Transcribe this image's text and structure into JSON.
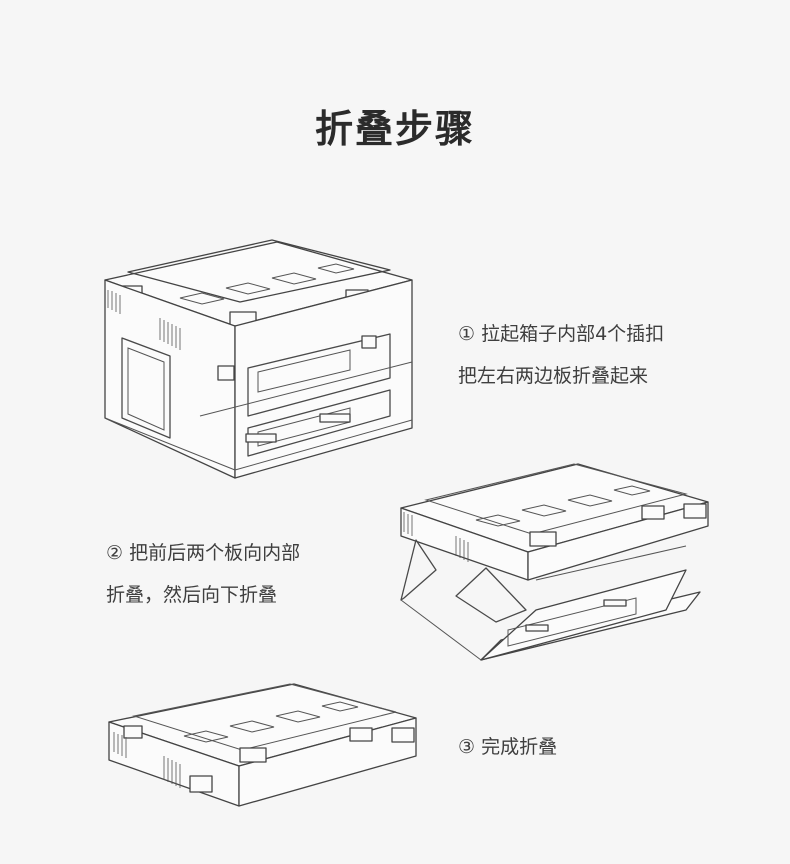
{
  "title": "折叠步骤",
  "steps": [
    {
      "lines": [
        "① 拉起箱子内部4个插扣",
        "把左右两边板折叠起来"
      ]
    },
    {
      "lines": [
        "② 把前后两个板向内部",
        "折叠，然后向下折叠"
      ]
    },
    {
      "lines": [
        "③ 完成折叠"
      ]
    }
  ]
}
